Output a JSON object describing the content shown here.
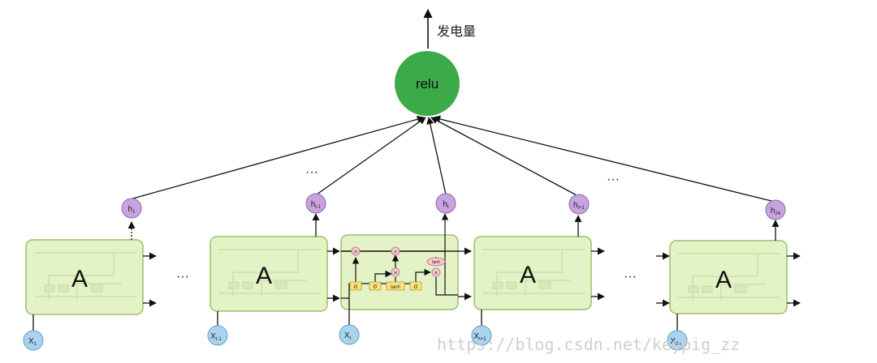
{
  "output": {
    "label": "发电量",
    "node_label": "relu",
    "node_color": "#3daa4a"
  },
  "cells": [
    {
      "label": "A",
      "input": "X",
      "input_sub": "1",
      "hidden": "h",
      "hidden_sub": "1"
    },
    {
      "label": "A",
      "input": "X",
      "input_sub": "t-1",
      "hidden": "h",
      "hidden_sub": "t-1"
    },
    {
      "label": "",
      "input": "X",
      "input_sub": "t",
      "hidden": "h",
      "hidden_sub": "t"
    },
    {
      "label": "A",
      "input": "X",
      "input_sub": "t+1",
      "hidden": "h",
      "hidden_sub": "t+1"
    },
    {
      "label": "A",
      "input": "X",
      "input_sub": "24",
      "hidden": "h",
      "hidden_sub": "24"
    }
  ],
  "gates": [
    "σ",
    "σ",
    "tanh",
    "σ"
  ],
  "ops": [
    "×",
    "+",
    "×",
    "×"
  ],
  "ops_tanh": "tanh",
  "ellipsis": "···",
  "colors": {
    "cell_fill": "#e3f3c6",
    "cell_stroke": "#9cbf6a",
    "input_fill": "#a9d3ef",
    "hidden_fill": "#c9a3e0",
    "gate_fill": "#ffe27a",
    "op_fill": "#f5c7cf"
  },
  "watermark": "https://blog.csdn.net/keypig_zz"
}
